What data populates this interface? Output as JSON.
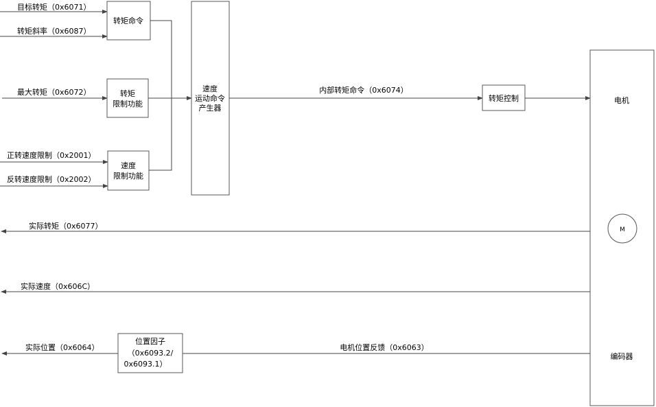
{
  "inputs": {
    "target_torque": "目标转矩（0x6071）",
    "torque_slope": "转矩斜率（0x6087）",
    "max_torque": "最大转矩（0x6072）",
    "fwd_speed_limit": "正转速度限制（0x2001）",
    "rev_speed_limit": "反转速度限制（0x2002）"
  },
  "blocks": {
    "torque_command": "转矩命令",
    "torque_limit": [
      "转矩",
      "限制功能"
    ],
    "speed_limit": [
      "速度",
      "限制功能"
    ],
    "generator": [
      "速度",
      "运动命令",
      "产生器"
    ],
    "torque_control": "转矩控制",
    "motor": "电机",
    "motor_symbol": "M",
    "encoder": "编码器",
    "position_factor": [
      "位置因子",
      "（0x6093.2/",
      "0x6093.1）"
    ]
  },
  "signals": {
    "internal_torque_cmd": "内部转矩命令（0x6074）",
    "motor_pos_feedback": "电机位置反馈（0x6063）"
  },
  "outputs": {
    "actual_torque": "实际转矩（0x6077）",
    "actual_speed": "实际速度（0x606C）",
    "actual_position": "实际位置（0x6064）"
  }
}
